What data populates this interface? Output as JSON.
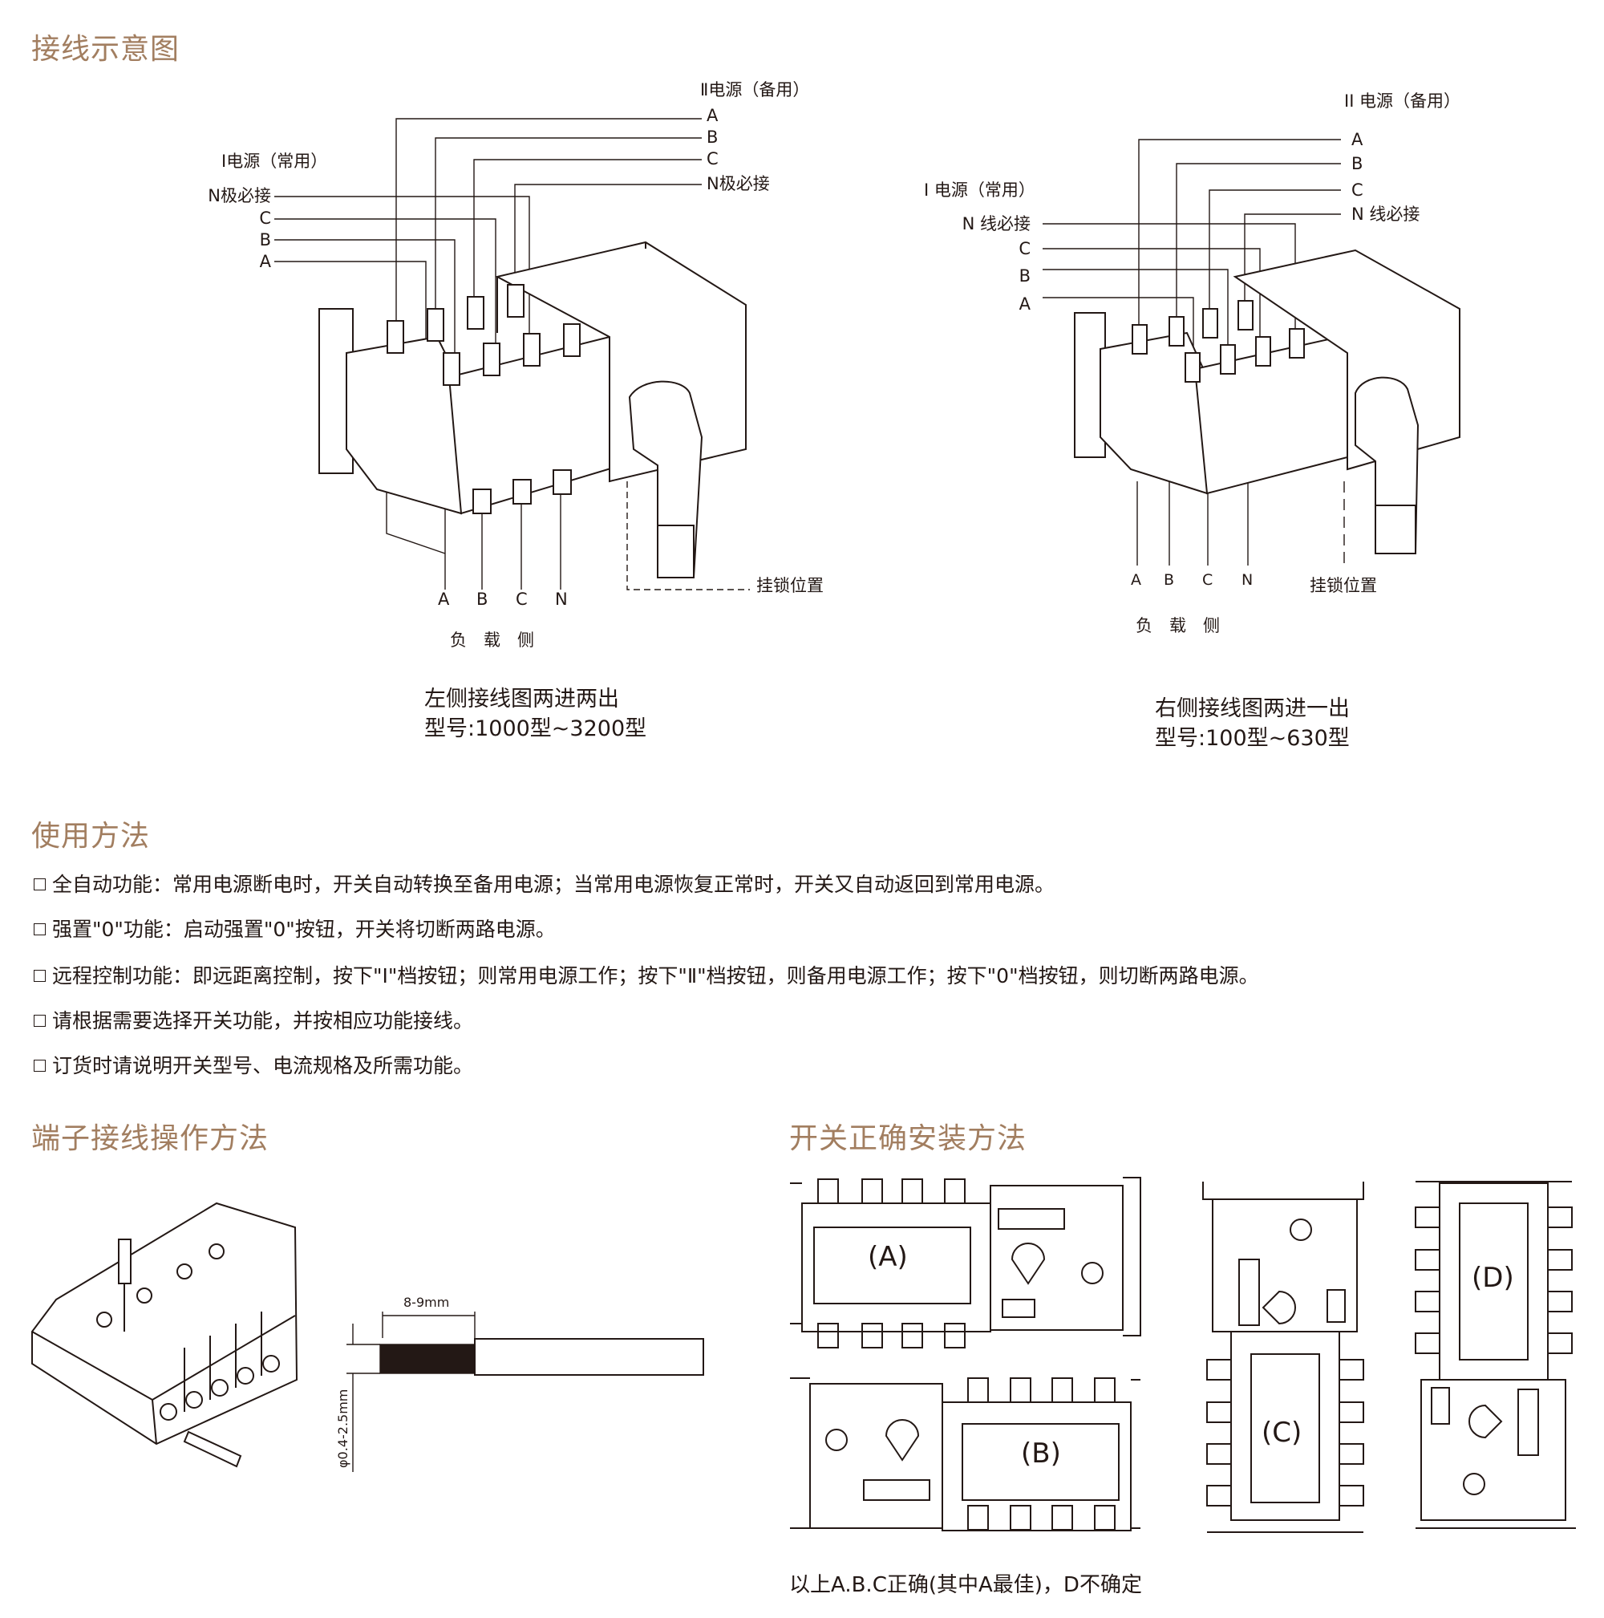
{
  "sections": {
    "wiring": {
      "title": "接线示意图"
    },
    "usage": {
      "title": "使用方法"
    },
    "terminal": {
      "title": "端子接线操作方法"
    },
    "install": {
      "title": "开关正确安装方法"
    }
  },
  "left_diagram": {
    "source2_label": "Ⅱ电源（备用）",
    "source2_phases": [
      "A",
      "B",
      "C",
      "N极必接"
    ],
    "source1_label": "Ⅰ电源（常用）",
    "source1_phases": [
      "N极必接",
      "C",
      "B",
      "A"
    ],
    "load_phases": [
      "A",
      "B",
      "C",
      "N"
    ],
    "load_label": "负　载　侧",
    "lock_label": "挂锁位置",
    "caption_line1": "左侧接线图两进两出",
    "caption_line2": "型号:1000型~3200型"
  },
  "right_diagram": {
    "source2_label": "II 电源（备用）",
    "source2_phases": [
      "A",
      "B",
      "C",
      "N 线必接"
    ],
    "source1_label": "I 电源（常用）",
    "source1_phases": [
      "N 线必接",
      "C",
      "B",
      "A"
    ],
    "load_phases": [
      "A",
      "B",
      "C",
      "N"
    ],
    "load_label": "负　载　侧",
    "lock_label": "挂锁位置",
    "caption_line1": "右侧接线图两进一出",
    "caption_line2": "型号:100型~630型"
  },
  "usage_items": [
    "全自动功能：常用电源断电时，开关自动转换至备用电源；当常用电源恢复正常时，开关又自动返回到常用电源。",
    "强置\"0\"功能：启动强置\"0\"按钮，开关将切断两路电源。",
    "远程控制功能：即远距离控制，按下\"Ⅰ\"档按钮；则常用电源工作；按下\"Ⅱ\"档按钮，则备用电源工作；按下\"0\"档按钮，则切断两路电源。",
    "请根据需要选择开关功能，并按相应功能接线。",
    "订货时请说明开关型号、电流规格及所需功能。"
  ],
  "wire": {
    "strip_length": "8-9mm",
    "diameter": "φ0.4-2.5mm"
  },
  "install_views": [
    "(A)",
    "(B)",
    "(C)",
    "(D)"
  ],
  "install_caption": "以上A.B.C正确(其中A最佳)，D不确定",
  "colors": {
    "heading": "#a27e60",
    "text": "#231815"
  }
}
